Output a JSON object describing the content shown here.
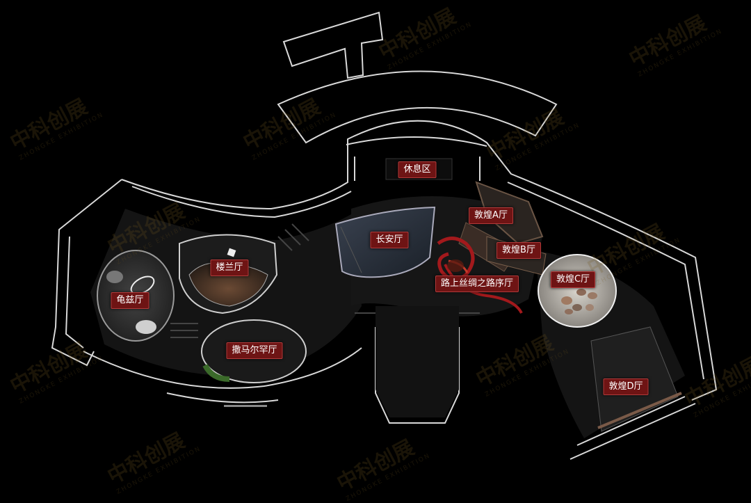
{
  "rooms": [
    {
      "id": "rest-area",
      "label": "休息区"
    },
    {
      "id": "changan-hall",
      "label": "长安厅"
    },
    {
      "id": "dunhuang-a-hall",
      "label": "敦煌A厅"
    },
    {
      "id": "dunhuang-b-hall",
      "label": "敦煌B厅"
    },
    {
      "id": "loulan-hall",
      "label": "楼兰厅"
    },
    {
      "id": "silk-road-prologue-hall",
      "label": "路上丝绸之路序厅"
    },
    {
      "id": "dunhuang-c-hall",
      "label": "敦煌C厅"
    },
    {
      "id": "qiuci-hall",
      "label": "龟兹厅"
    },
    {
      "id": "samarkand-hall",
      "label": "撒马尔罕厅"
    },
    {
      "id": "dunhuang-d-hall",
      "label": "敦煌D厅"
    }
  ],
  "watermark": {
    "brand": "中科创展",
    "sub": "ZHONGKE EXHIBITION"
  },
  "colors": {
    "label_bg": "#6e1414",
    "wall": "#d9d9d9",
    "accent_red": "#a3191c"
  }
}
